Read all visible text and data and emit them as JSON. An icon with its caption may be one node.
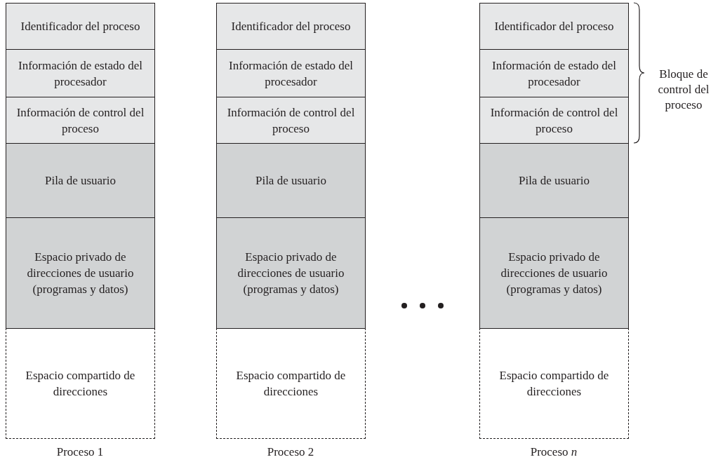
{
  "diagram": {
    "nodes": [
      {
        "text": [
          "Identificador del proceso"
        ]
      },
      {
        "text": [
          "Información de estado del procesador"
        ]
      },
      {
        "text": [
          "Información de control del proceso"
        ]
      },
      {
        "text": [
          "Pila de usuario"
        ]
      },
      {
        "text": [
          "Espacio privado de direcciones de usuario (programas y datos)"
        ]
      },
      {
        "text": [
          "Espacio compartido de direcciones"
        ]
      },
      {
        "text": [
          "Identificador del proceso"
        ]
      },
      {
        "text": [
          "Información de estado del procesador"
        ]
      },
      {
        "text": [
          "Información de control del proceso"
        ]
      },
      {
        "text": [
          "Pila de usuario"
        ]
      },
      {
        "text": [
          "Espacio privado de direcciones de usuario (programas y datos)"
        ]
      },
      {
        "text": [
          "Espacio compartido de direcciones"
        ]
      },
      {
        "text": [
          "Identificador del proceso"
        ]
      },
      {
        "text": [
          "Información de estado del procesador"
        ]
      },
      {
        "text": [
          "Información de control del proceso"
        ]
      },
      {
        "text": [
          "Pila de usuario"
        ]
      },
      {
        "text": [
          "Espacio privado de direcciones de usuario (programas y datos)"
        ]
      },
      {
        "text": [
          "Espacio compartido de direcciones"
        ]
      }
    ],
    "labels": [
      "Bloque de control del proceso",
      "Proceso 1",
      "Proceso 2",
      "Proceso *n*"
    ]
  }
}
